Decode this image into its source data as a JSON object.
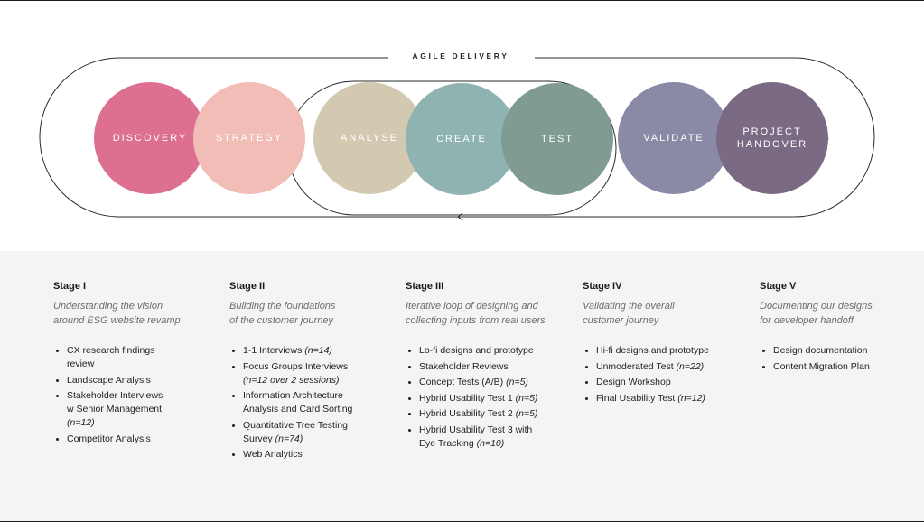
{
  "diagram": {
    "agile_label": "AGILE DELIVERY",
    "circles": [
      {
        "id": "discovery",
        "label": "DISCOVERY",
        "color": "#dd6f91"
      },
      {
        "id": "strategy",
        "label": "STRATEGY",
        "color": "#f2bdb6"
      },
      {
        "id": "analyse",
        "label": "ANALYSE",
        "color": "#d2c9b0"
      },
      {
        "id": "create",
        "label": "CREATE",
        "color": "#8fb3b1"
      },
      {
        "id": "test",
        "label": "TEST",
        "color": "#7f9b93"
      },
      {
        "id": "validate",
        "label": "VALIDATE",
        "color": "#8a8aa7"
      },
      {
        "id": "handover",
        "label": "PROJECT\nHANDOVER",
        "color": "#7a6a84"
      }
    ]
  },
  "stages": [
    {
      "title": "Stage I",
      "subtitle": "Understanding the vision\naround ESG website revamp",
      "items": [
        {
          "text": "CX research findings\nreview",
          "note": ""
        },
        {
          "text": "Landscape Analysis",
          "note": ""
        },
        {
          "text": "Stakeholder Interviews\nw Senior Management\n",
          "note": "(n=12)"
        },
        {
          "text": "Competitor Analysis",
          "note": ""
        }
      ]
    },
    {
      "title": "Stage II",
      "subtitle": "Building the foundations\nof the customer journey",
      "items": [
        {
          "text": "1-1 Interviews ",
          "note": "(n=14)"
        },
        {
          "text": "Focus Groups Interviews\n",
          "note": "(n=12 over 2 sessions)"
        },
        {
          "text": "Information Architecture\nAnalysis and Card Sorting",
          "note": ""
        },
        {
          "text": "Quantitative Tree Testing\nSurvey ",
          "note": "(n=74)"
        },
        {
          "text": "Web Analytics",
          "note": ""
        }
      ]
    },
    {
      "title": "Stage III",
      "subtitle": "Iterative loop of designing and\ncollecting inputs from real users",
      "items": [
        {
          "text": "Lo-fi designs and prototype",
          "note": ""
        },
        {
          "text": "Stakeholder Reviews",
          "note": ""
        },
        {
          "text": "Concept Tests (A/B) ",
          "note": "(n=5)"
        },
        {
          "text": "Hybrid Usability Test 1 ",
          "note": "(n=5)"
        },
        {
          "text": "Hybrid Usability Test 2 ",
          "note": "(n=5)"
        },
        {
          "text": "Hybrid Usability Test 3 with\nEye Tracking ",
          "note": "(n=10)"
        }
      ]
    },
    {
      "title": "Stage IV",
      "subtitle": "Validating the overall\ncustomer journey",
      "items": [
        {
          "text": "Hi-fi designs and prototype",
          "note": ""
        },
        {
          "text": "Unmoderated Test ",
          "note": "(n=22)"
        },
        {
          "text": "Design Workshop",
          "note": ""
        },
        {
          "text": "Final Usability Test ",
          "note": "(n=12)"
        }
      ]
    },
    {
      "title": "Stage V",
      "subtitle": "Documenting our designs\nfor developer handoff",
      "items": [
        {
          "text": "Design documentation",
          "note": ""
        },
        {
          "text": "Content Migration Plan",
          "note": ""
        }
      ]
    }
  ]
}
